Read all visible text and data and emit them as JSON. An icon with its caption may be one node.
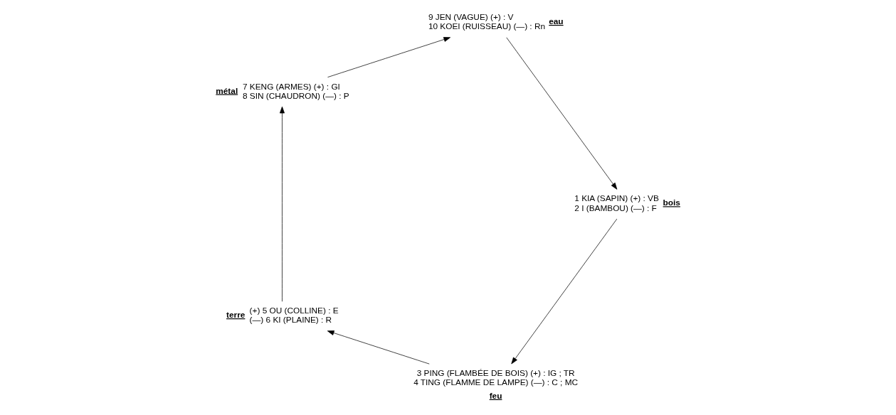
{
  "diagram": {
    "nodes": [
      {
        "text": [
          "feu"
        ],
        "beside": [
          "3 PING (FLAMBÉE DE BOIS) (+) : IG ; TR",
          "4 TING (FLAMME DE LAMPE) (—) : C ; MC"
        ]
      },
      {
        "text": [
          "terre"
        ],
        "beside": [
          "(+) 5 OU (COLLINE) : E",
          "(—) 6 KI (PLAINE) : R"
        ]
      },
      {
        "text": [
          "métal"
        ],
        "beside": [
          "7 KENG (ARMES) (+) : GI",
          "8 SIN (CHAUDRON) (—) : P"
        ]
      },
      {
        "text": [
          "eau"
        ],
        "beside": [
          "9 JEN (VAGUE) (+) : V",
          "10 KOEI (RUISSEAU) (—) : Rn"
        ]
      },
      {
        "text": [
          "bois"
        ],
        "beside": [
          "1 KIA (SAPIN) (+) : VB",
          "2 I (BAMBOU) (—) : F"
        ]
      }
    ],
    "edges": [
      {
        "from": 0,
        "to": 1,
        "arrow": "to"
      },
      {
        "from": 1,
        "to": 2,
        "arrow": "to"
      },
      {
        "from": 2,
        "to": 3,
        "arrow": "to"
      },
      {
        "from": 3,
        "to": 4,
        "arrow": "to"
      },
      {
        "from": 4,
        "to": 0,
        "arrow": "to"
      }
    ]
  }
}
